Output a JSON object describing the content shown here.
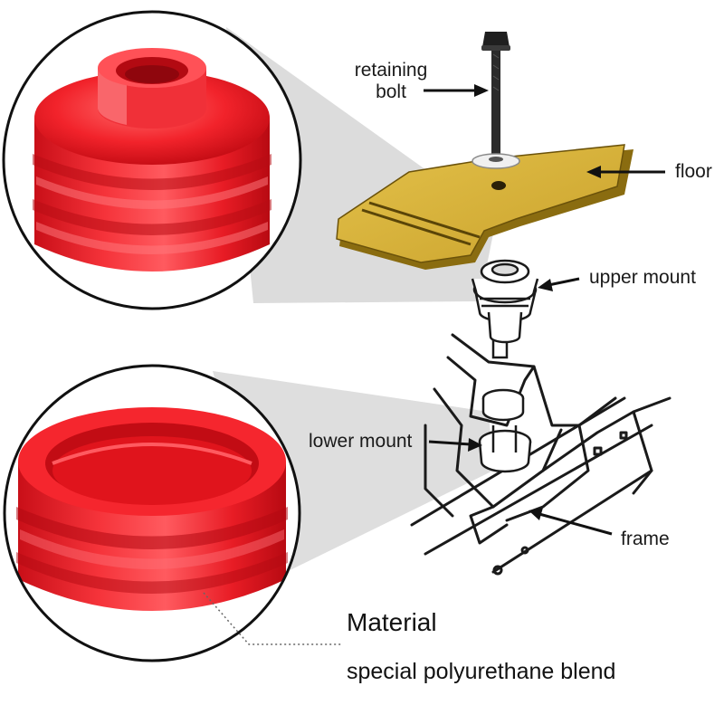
{
  "labels": {
    "retaining_bolt": "retaining bolt",
    "floor": "floor",
    "upper_mount": "upper mount",
    "lower_mount": "lower mount",
    "frame": "frame"
  },
  "material": {
    "title": "Material",
    "description": "special polyurethane blend"
  },
  "colors": {
    "bushing_red": "#ee1c25",
    "floor_yellow": "#d9b23a",
    "callout_gray": "#d6d6d6"
  }
}
